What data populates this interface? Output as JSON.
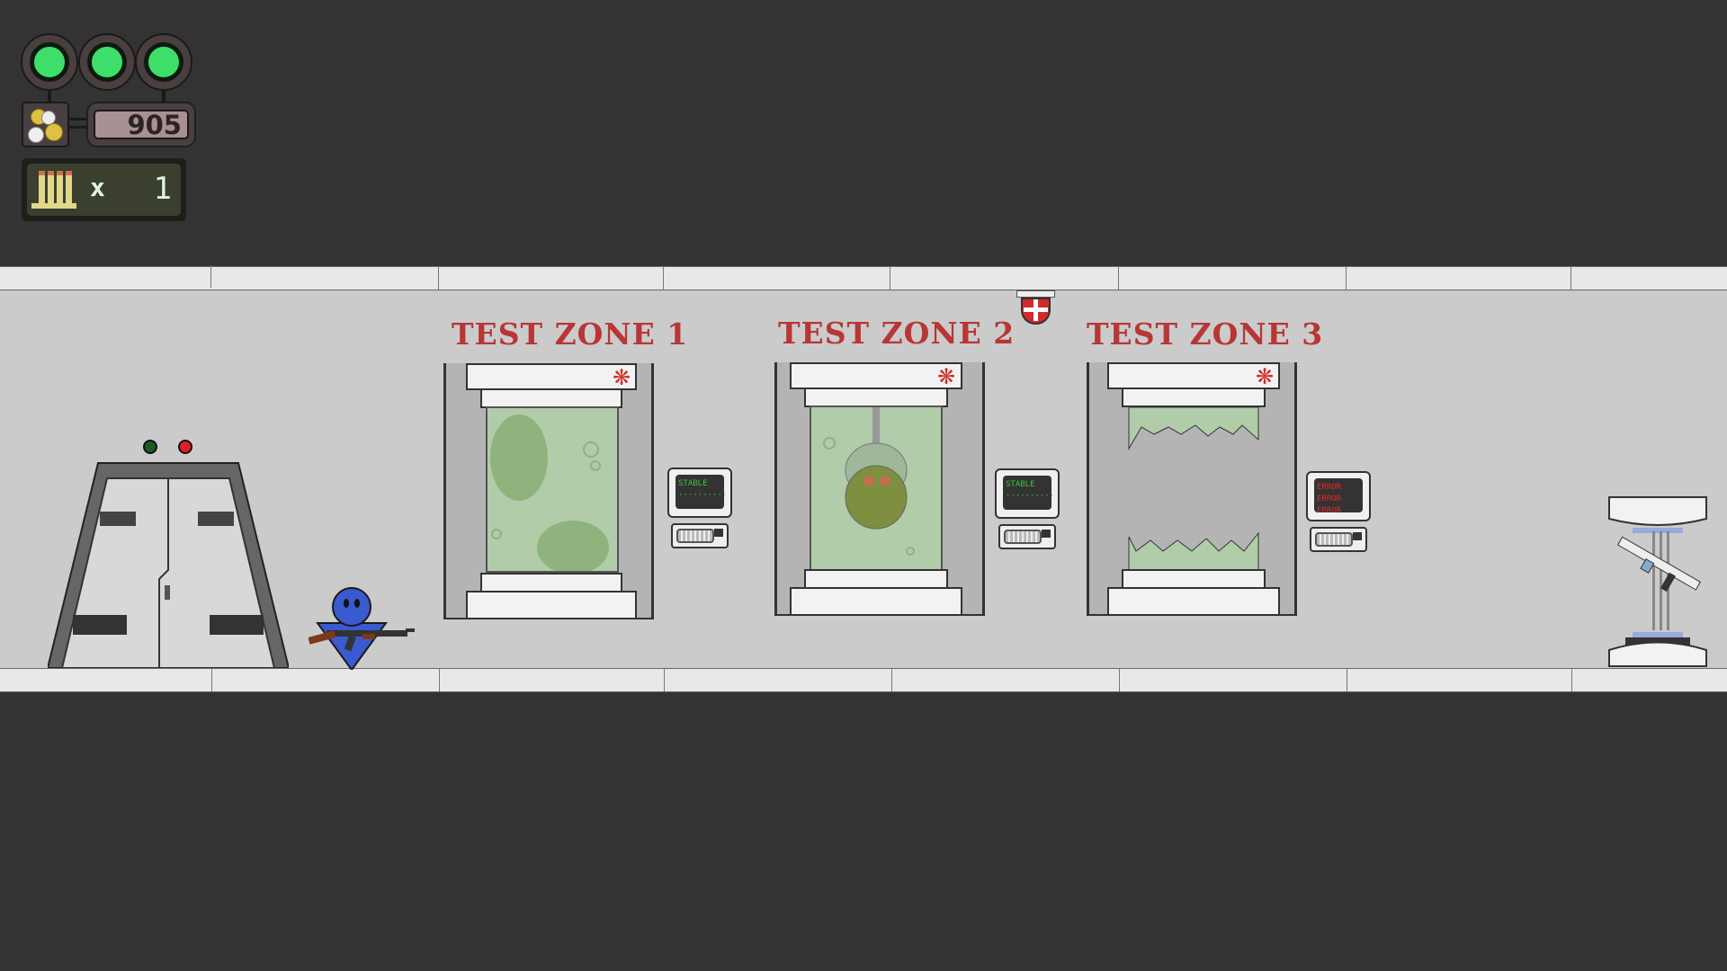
{
  "hud": {
    "health": {
      "max": 3,
      "current": 3,
      "color": "#3ddf6a"
    },
    "coins": {
      "icon": "coins-icon",
      "value": "905"
    },
    "ammo": {
      "icon": "bullets-icon",
      "multiplier": "x",
      "count": "1"
    }
  },
  "zones": [
    {
      "title": "TEST ZONE 1",
      "terminal_status": "STABLE",
      "state": "contained"
    },
    {
      "title": "TEST ZONE 2",
      "terminal_status": "STABLE",
      "state": "contained"
    },
    {
      "title": "TEST ZONE 3",
      "terminal_status": "ERROR",
      "terminal_lines": [
        "ERROR",
        "ERROR",
        "ERROR"
      ],
      "state": "broken"
    }
  ],
  "colors": {
    "background": "#333333",
    "wall": "#cbcbcb",
    "title_red": "#b83636",
    "stable_green": "#3bc43b",
    "error_red": "#e02a2a"
  }
}
